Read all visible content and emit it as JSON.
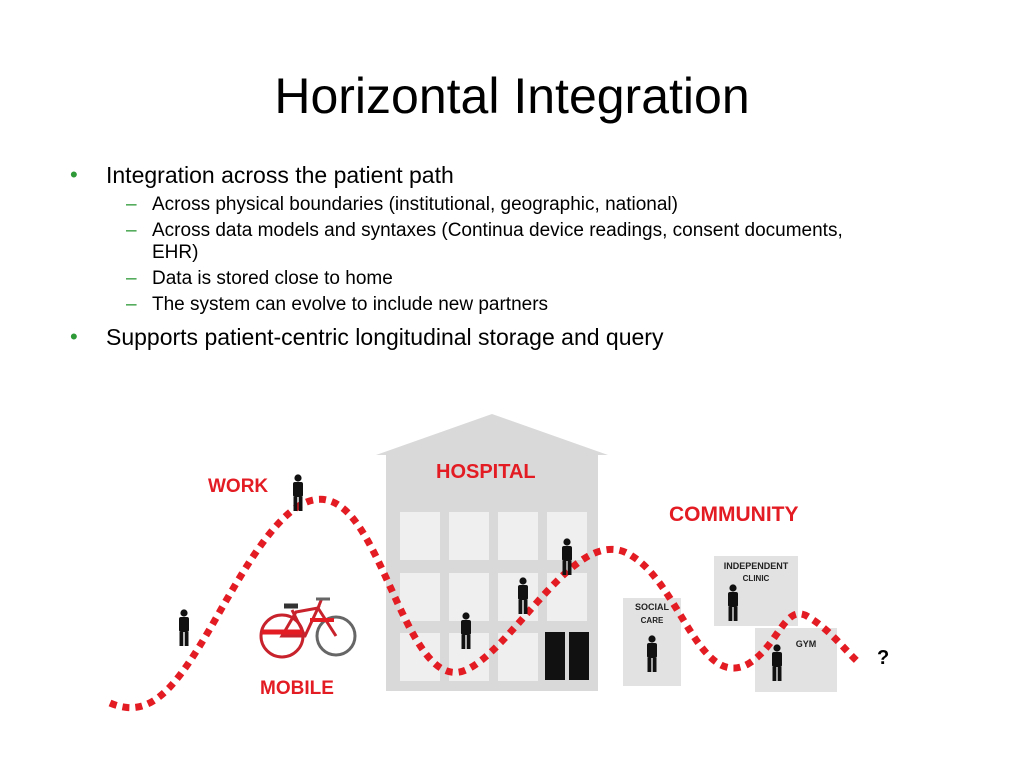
{
  "slide": {
    "title": "Horizontal Integration",
    "bullets": [
      {
        "text": "Integration across the patient path",
        "sub": [
          "Across physical boundaries (institutional, geographic, national)",
          "Across data models and syntaxes (Continua device readings, consent documents,",
          "EHR)",
          "Data is stored close to home",
          "The system can evolve to include new partners"
        ]
      },
      {
        "text": "Supports patient-centric longitudinal storage and query"
      }
    ]
  },
  "diagram": {
    "labels": {
      "work": "WORK",
      "hospital": "HOSPITAL",
      "community": "COMMUNITY",
      "mobile": "MOBILE",
      "social_line1": "SOCIAL",
      "social_line2": "CARE",
      "independent_line1": "INDEPENDENT",
      "independent_line2": "CLINIC",
      "gym": "GYM",
      "question": "?"
    },
    "colors": {
      "accent": "#e31b23",
      "bullet": "#2e9a37",
      "building": "#d9d9d9",
      "window": "#efefef"
    }
  }
}
